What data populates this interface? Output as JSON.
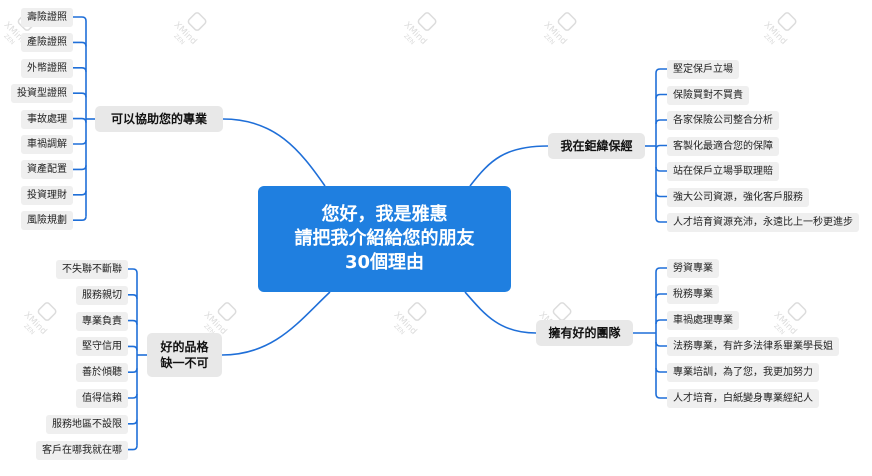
{
  "center": {
    "lines": [
      "您好，我是雅惠",
      "請把我介紹給您的朋友",
      "30個理由"
    ]
  },
  "branches": {
    "assist": {
      "label": "可以協助您的專業",
      "items": [
        "壽險證照",
        "產險證照",
        "外幣證照",
        "投資型證照",
        "事故處理",
        "車禍調解",
        "資產配置",
        "投資理財",
        "風險規劃"
      ]
    },
    "character": {
      "label_lines": [
        "好的品格",
        "缺一不可"
      ],
      "items": [
        "不失聯不斷聯",
        "服務親切",
        "專業負責",
        "堅守信用",
        "善於傾聽",
        "值得信賴",
        "服務地區不設限",
        "客戶在哪我就在哪"
      ]
    },
    "firm": {
      "label": "我在鉅緯保經",
      "items": [
        "堅定保戶立場",
        "保險買對不買貴",
        "各家保險公司整合分析",
        "客製化最適合您的保障",
        "站在保戶立場爭取理賠",
        "強大公司資源，強化客戶服務",
        "人才培育資源充沛，永遠比上一秒更進步"
      ]
    },
    "team": {
      "label": "擁有好的團隊",
      "items": [
        "勞資專業",
        "稅務專業",
        "車禍處理專業",
        "法務專業，有許多法律系畢業學長姐",
        "專業培訓，為了您，我更加努力",
        "人才培育，白紙變身專業經紀人"
      ]
    }
  },
  "colors": {
    "center": "#1f7fe0",
    "line": "#1f6fd8",
    "leaf_bg": "#efefef",
    "branch_bg": "#e8e8e8"
  },
  "watermark": {
    "brand": "XMind",
    "sub": "ZEN",
    "icon": "xmind-logo-icon"
  }
}
